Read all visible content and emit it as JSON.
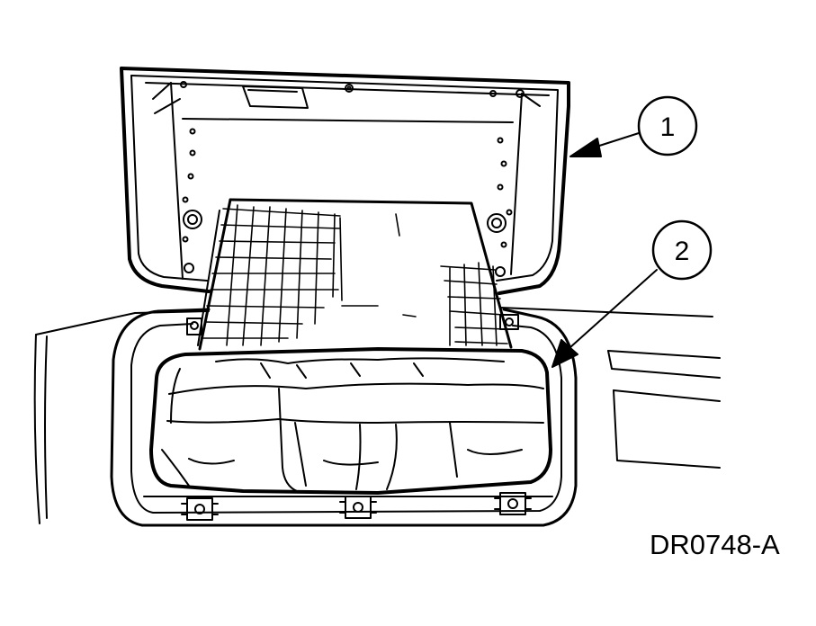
{
  "figure": {
    "id_label": "DR0748-A"
  },
  "callouts": [
    {
      "number": "1"
    },
    {
      "number": "2"
    }
  ],
  "colors": {
    "line": "#000000",
    "background": "#ffffff"
  }
}
